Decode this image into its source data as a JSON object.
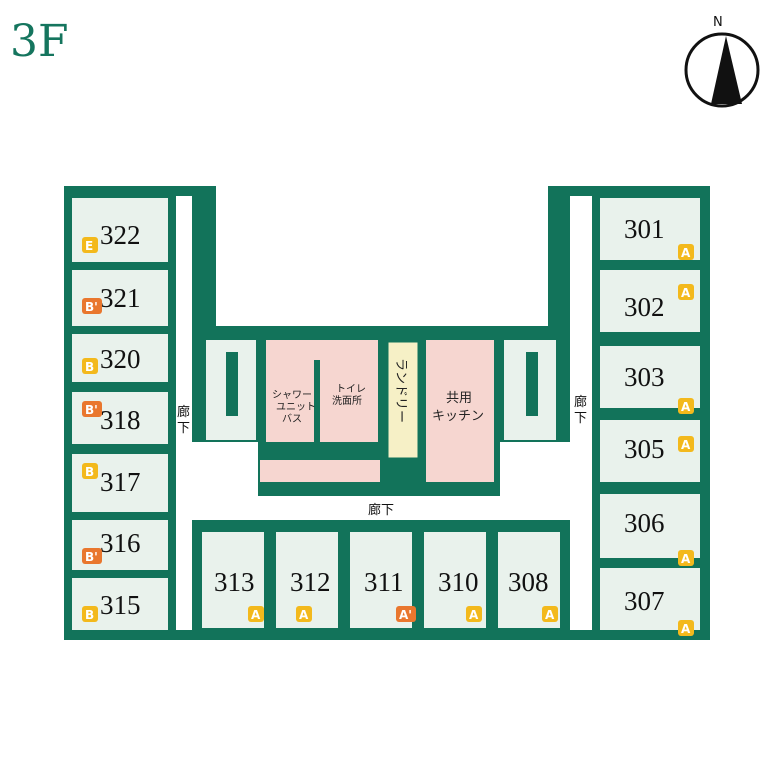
{
  "floor": "3F",
  "compass": {
    "label": "N"
  },
  "colors": {
    "wall": "#12735a",
    "room": "#e9f2ec",
    "pink": "#f6d6d0",
    "laundry": "#f6f0c6",
    "badge_yellow": "#f3b91c",
    "badge_orange": "#e9772e"
  },
  "rooms": [
    {
      "number": "322",
      "type": "E",
      "badge_color": "yellow"
    },
    {
      "number": "321",
      "type": "B'",
      "badge_color": "orange"
    },
    {
      "number": "320",
      "type": "B",
      "badge_color": "yellow"
    },
    {
      "number": "318",
      "type": "B'",
      "badge_color": "orange"
    },
    {
      "number": "317",
      "type": "B",
      "badge_color": "yellow"
    },
    {
      "number": "316",
      "type": "B'",
      "badge_color": "orange"
    },
    {
      "number": "315",
      "type": "B",
      "badge_color": "yellow"
    },
    {
      "number": "313",
      "type": "A",
      "badge_color": "yellow"
    },
    {
      "number": "312",
      "type": "A",
      "badge_color": "yellow"
    },
    {
      "number": "311",
      "type": "A'",
      "badge_color": "orange"
    },
    {
      "number": "310",
      "type": "A",
      "badge_color": "yellow"
    },
    {
      "number": "308",
      "type": "A",
      "badge_color": "yellow"
    },
    {
      "number": "301",
      "type": "A",
      "badge_color": "yellow"
    },
    {
      "number": "302",
      "type": "A",
      "badge_color": "yellow"
    },
    {
      "number": "303",
      "type": "A",
      "badge_color": "yellow"
    },
    {
      "number": "305",
      "type": "A",
      "badge_color": "yellow"
    },
    {
      "number": "306",
      "type": "A",
      "badge_color": "yellow"
    },
    {
      "number": "307",
      "type": "A",
      "badge_color": "yellow"
    }
  ],
  "facilities": {
    "shower": [
      "シャワー",
      "ユニット",
      "バス"
    ],
    "toilet": [
      "トイレ",
      "洗面所"
    ],
    "laundry": "ランドリー",
    "kitchen": [
      "共用",
      "キッチン"
    ]
  },
  "corridor": {
    "center": "廊下",
    "left": [
      "廊",
      "下"
    ],
    "right": [
      "廊",
      "下"
    ]
  }
}
